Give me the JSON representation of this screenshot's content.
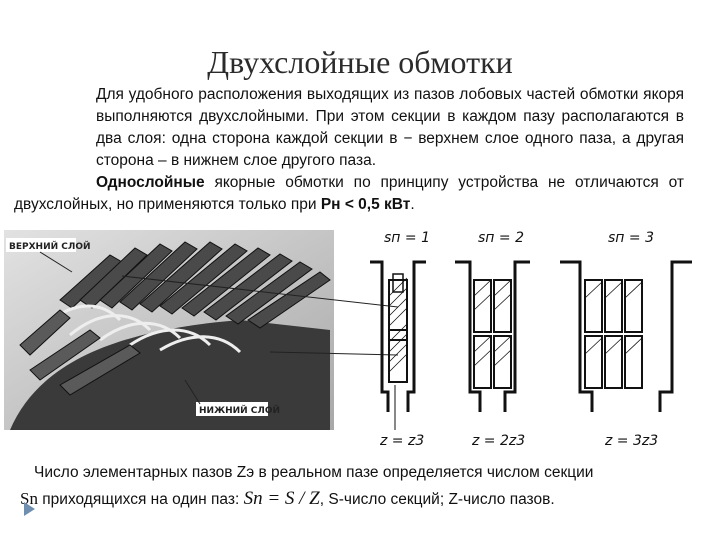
{
  "title": "Двухслойные обмотки",
  "para1": "Для удобного расположения выходящих из пазов лобовых частей обмотки якоря выполняются двухслойными. При этом секции в каждом пазу располагаются в два слоя: одна сторона каждой секции в − верхнем слое одного паза, а другая сторона – в нижнем слое другого паза.",
  "para2": {
    "bold_start": "Однослойные",
    "text": " якорные обмотки по принципу устройства не отличаются от двухслойных, но применяются только при ",
    "bold_end": "Рн < 0,5 кВт",
    "dot": "."
  },
  "figure": {
    "upper_layer_label": "ВЕРХНИЙ СЛОЙ",
    "lower_layer_label": "НИЖНИЙ СЛОЙ",
    "slots": [
      {
        "top_label": "sп = 1",
        "bottom_label": "z = z3"
      },
      {
        "top_label": "sп = 2",
        "bottom_label": "z = 2z3"
      },
      {
        "top_label": "sп = 3",
        "bottom_label": "z = 3z3"
      }
    ]
  },
  "footer": {
    "line1": "Число элементарных пазов Zэ в реальном пазе  определяется числом секции",
    "sn": "Sn",
    "line2": " приходящихся на один паз:",
    "formula": "Sп = S / Z",
    "line3": ",  S-число секций; Z-число пазов."
  },
  "colors": {
    "accent_bullet": "#6f8fb1",
    "photo_bg": "#c9c9c9"
  }
}
